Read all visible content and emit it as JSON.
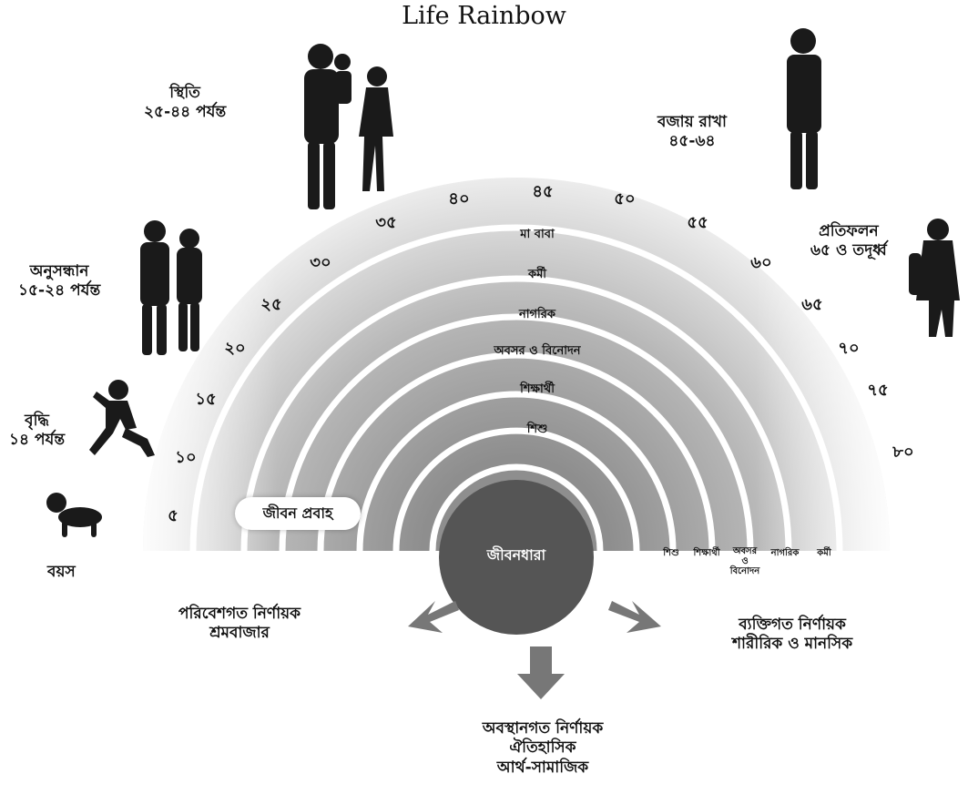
{
  "title": "Life Rainbow",
  "stages": {
    "growth": {
      "name": "বৃদ্ধি",
      "range": "১৪ পর্যন্ত"
    },
    "exploration": {
      "name": "অনুসন্ধান",
      "range": "১৫-২৪ পর্যন্ত"
    },
    "establishment": {
      "name": "স্থিতি",
      "range": "২৫-৪৪ পর্যন্ত"
    },
    "maintenance": {
      "name": "বজায় রাখা",
      "range": "৪৫-৬৪"
    },
    "disengagement": {
      "name": "প্রতিফলন",
      "range": "৬৫ ও তদূর্ধ্ব"
    }
  },
  "age_label": "বয়স",
  "ages": [
    "৫",
    "১০",
    "১৫",
    "২০",
    "২৫",
    "৩০",
    "৩৫",
    "৪০",
    "৪৫",
    "৫০",
    "৫৫",
    "৬০",
    "৬৫",
    "৭০",
    "৭৫",
    "৮০"
  ],
  "roles": [
    "মা বাবা",
    "কর্মী",
    "নাগরিক",
    "অবসর ও বিনোদন",
    "শিক্ষার্থী",
    "শিশু"
  ],
  "life_flow": "জীবন প্রবাহ",
  "center": "জীবনধারা",
  "small_roles": {
    "child": "শিশু",
    "student": "শিক্ষার্থী",
    "leisure_1": "অবসর",
    "leisure_2": "ও",
    "leisure_3": "বিনোদন",
    "citizen": "নাগরিক",
    "worker": "কর্মী"
  },
  "determinants": {
    "environmental": {
      "line1": "পরিবেশগত নির্ণায়ক",
      "line2": "শ্রমবাজার"
    },
    "personal": {
      "line1": "ব্যক্তিগত নির্ণায়ক",
      "line2": "শারীরিক ও মানসিক"
    },
    "situational": {
      "line1": "অবস্থানগত নির্ণায়ক",
      "line2": "ঐতিহাসিক",
      "line3": "আর্থ-সামাজিক"
    }
  },
  "colors": {
    "band_dark": "#9a9a9a",
    "band_light": "#e6e6e6",
    "center_fill": "#555555",
    "arrow": "#777777"
  }
}
